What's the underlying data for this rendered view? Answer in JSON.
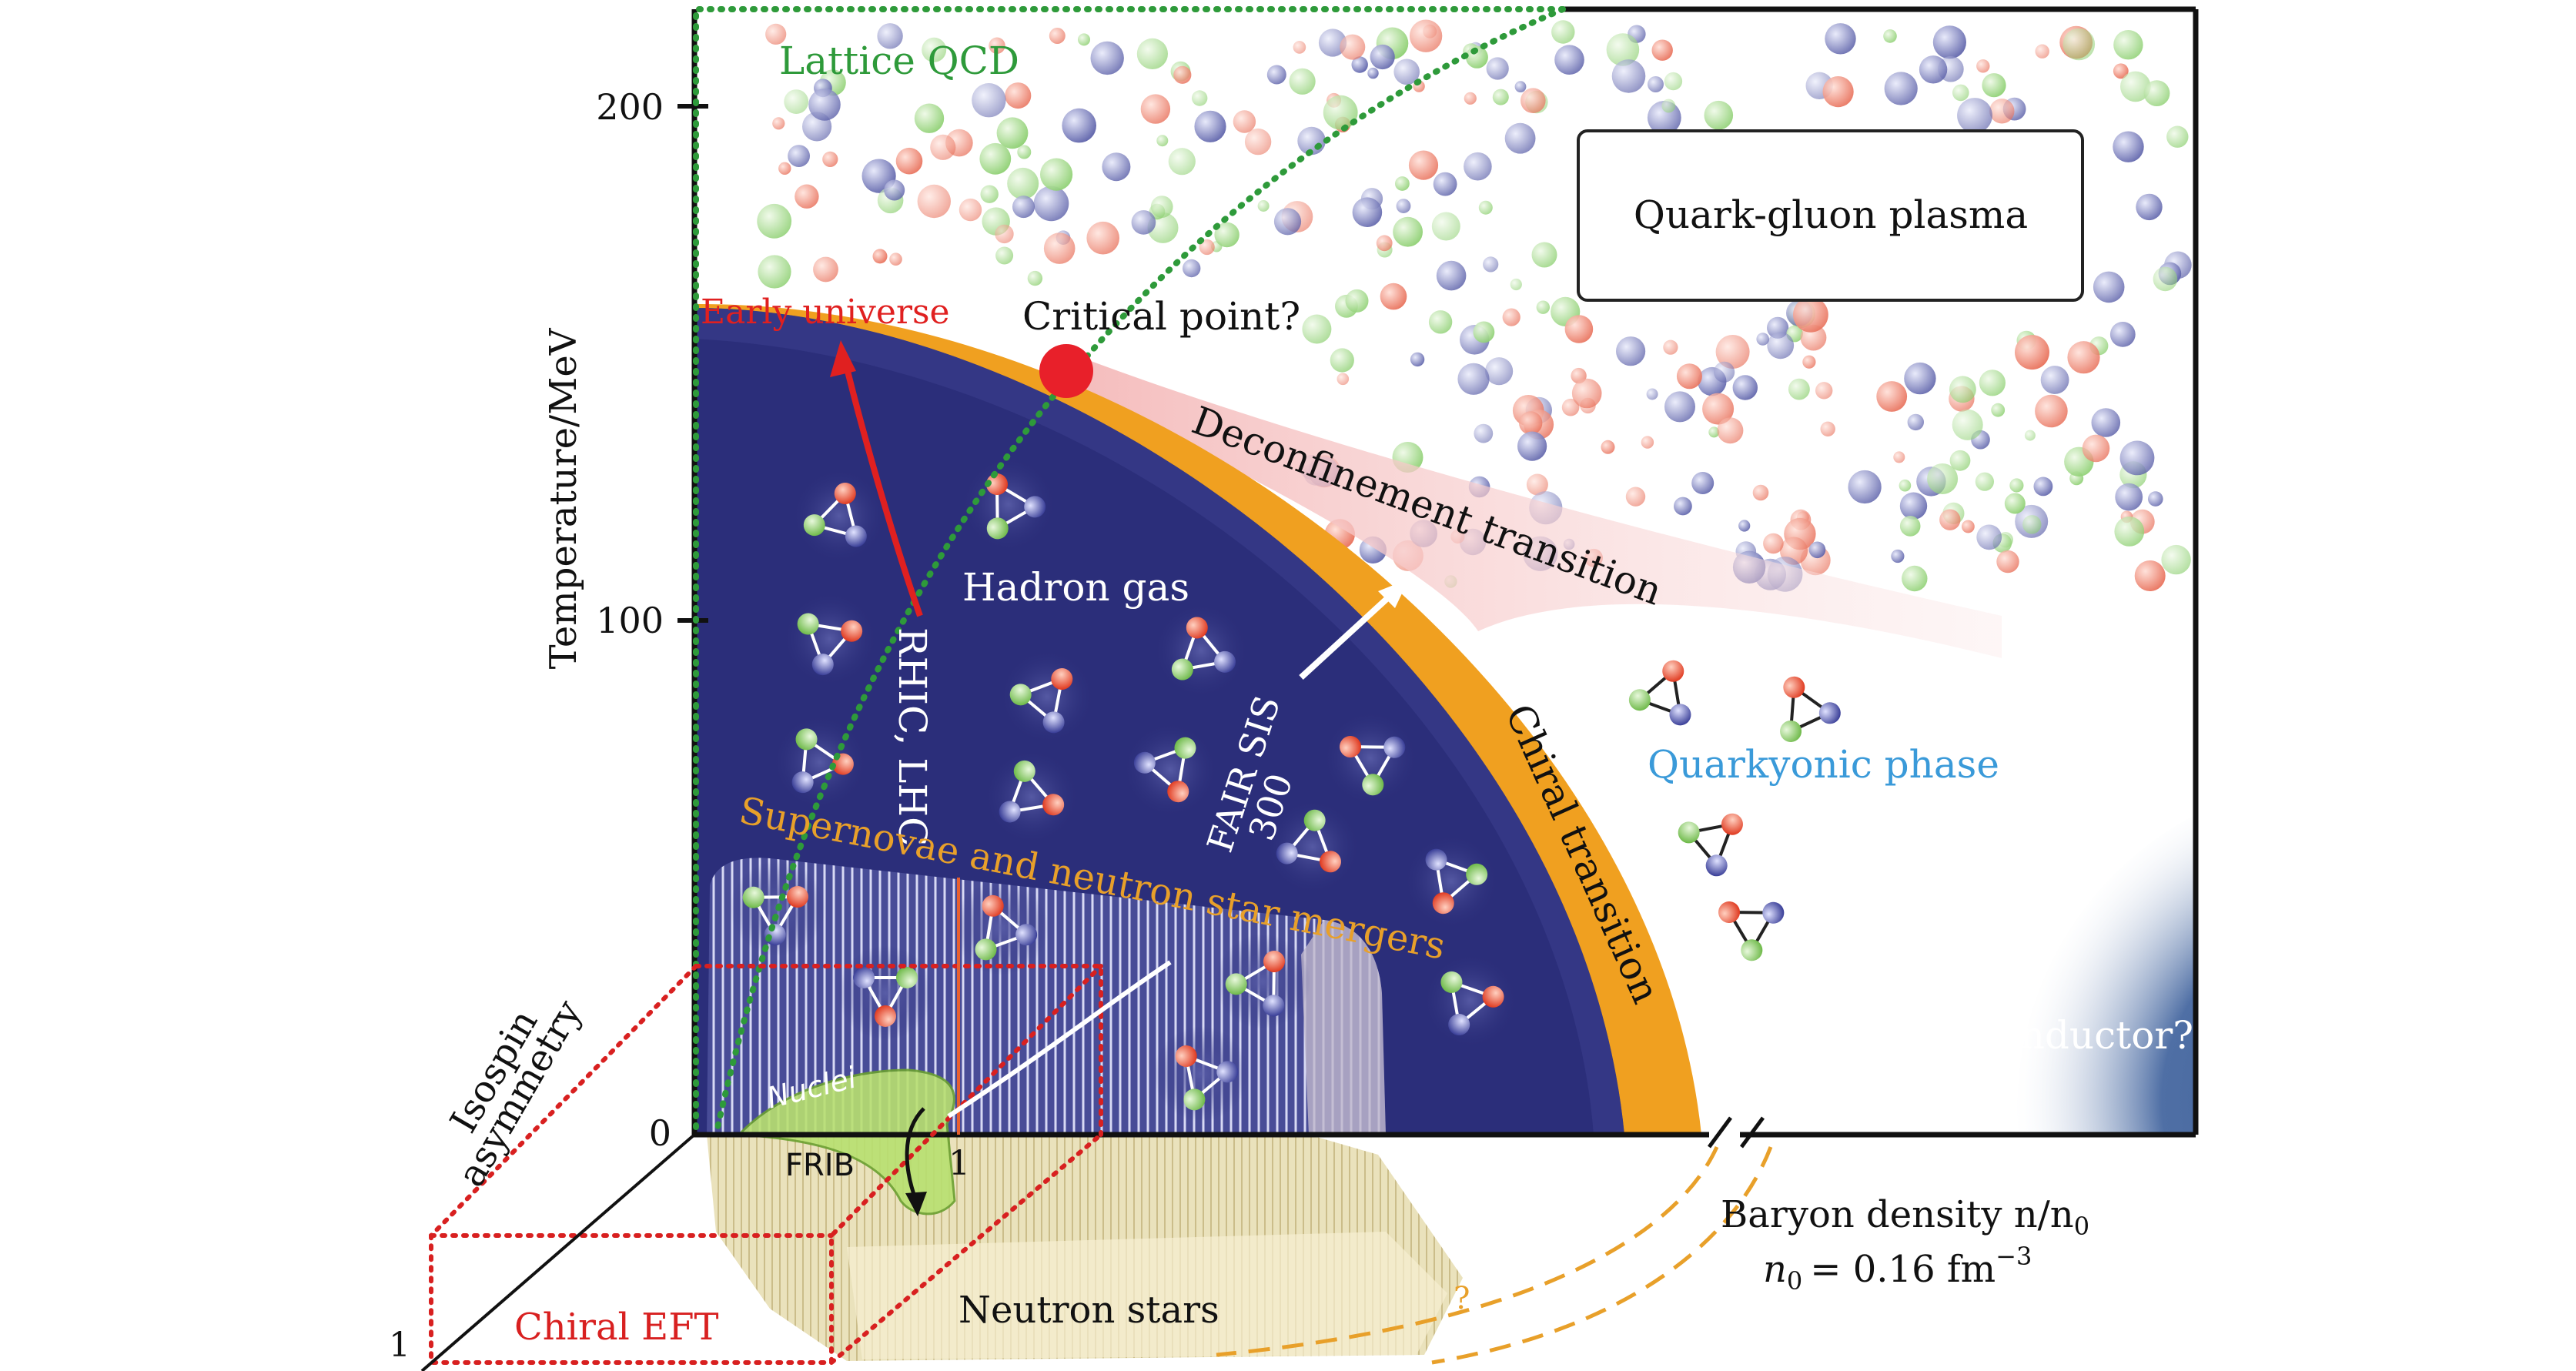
{
  "axes": {
    "y_label": "Temperature/MeV",
    "y_ticks": [
      "200",
      "100",
      "0"
    ],
    "x_label_line1": "Baryon density n/n",
    "x_label_line1_sub": "0",
    "x_label_line2_prefix": "n",
    "x_label_line2_sub": "0",
    "x_label_line2_value": "= 0.16 fm",
    "x_label_line2_exp": "−3",
    "x_tick_one": "1",
    "isospin_label_line1": "Isospin",
    "isospin_label_line2": "asymmetry",
    "isospin_tick": "1"
  },
  "labels": {
    "lattice": "Lattice QCD",
    "qgp": "Quark-gluon plasma",
    "early_universe": "Early universe",
    "critical_point": "Critical point?",
    "deconfinement": "Deconfinement transition",
    "hadron_gas": "Hadron gas",
    "rhic": "RHIC, LHC",
    "fair_line1": "FAIR SIS",
    "fair_line2": "300",
    "chiral_transition": "Chiral transition",
    "quarkyonic": "Quarkyonic phase",
    "supernovae": "Supernovae and neutron star mergers",
    "color_sc": "Color superconductor?",
    "nuclei": "Nuclei",
    "frib": "FRIB",
    "neutron_stars": "Neutron stars",
    "chiral_eft": "Chiral EFT",
    "question": "?"
  },
  "colors": {
    "hadron_blue": "#2b2e7a",
    "chiral_orange": "#f0a020",
    "lattice_green": "#2e9a3a",
    "early_red": "#e02020",
    "critical_red": "#e8202a",
    "quarkyonic_blue": "#3a9ad9",
    "eft_red": "#d82020",
    "supernova_orange": "#e8a02a",
    "color_sc_blue": "#3e5f95",
    "quark_red": "#f08870",
    "quark_green": "#a6d98a",
    "quark_blue": "#7b80c0"
  }
}
